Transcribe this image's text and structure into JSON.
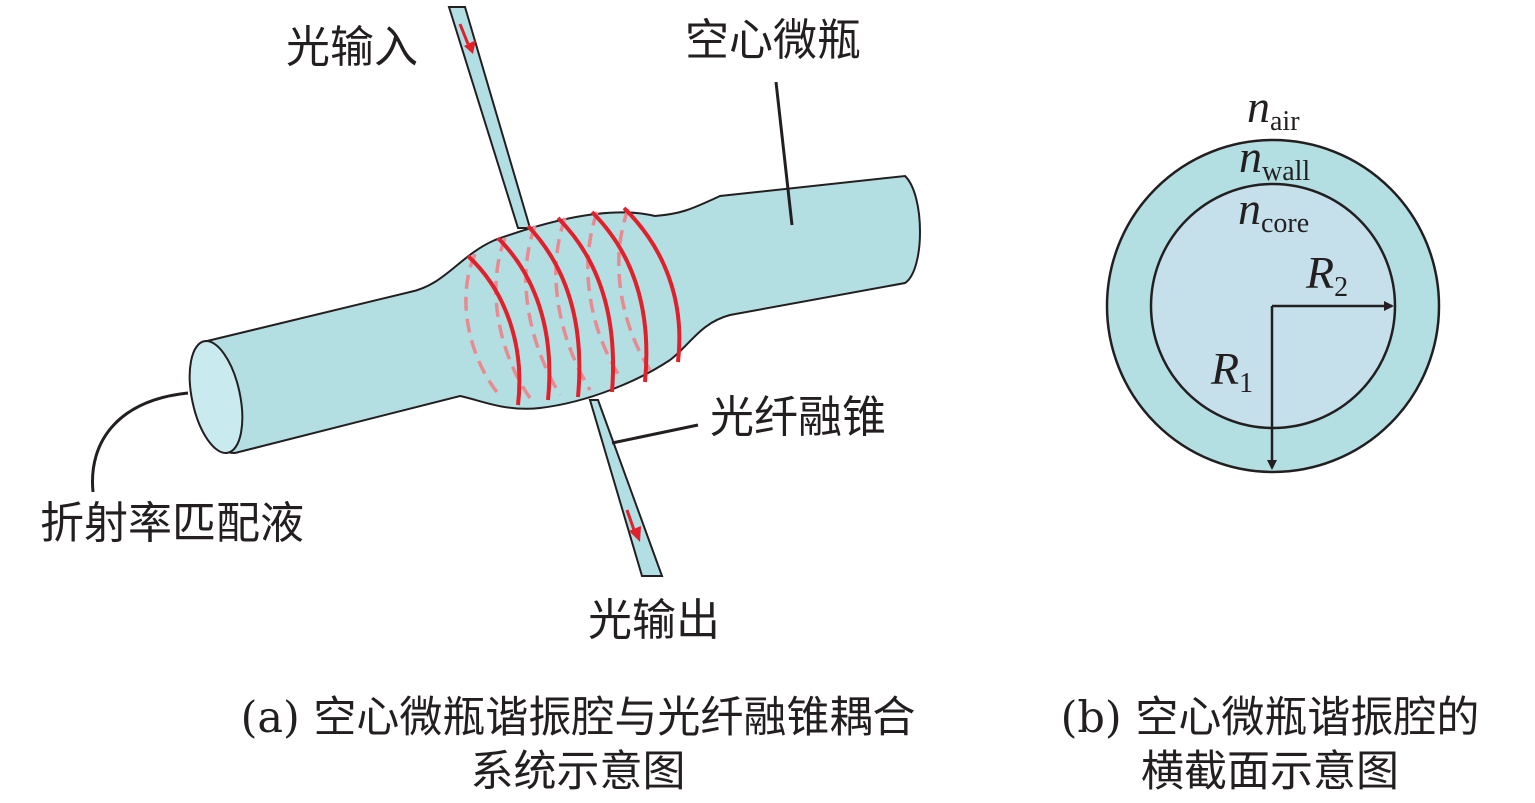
{
  "panel_a": {
    "labels": {
      "light_in": "光输入",
      "bottle": "空心微瓶",
      "taper": "光纤融锥",
      "liquid": "折射率匹配液",
      "light_out": "光输出"
    },
    "caption_line1": "(a) 空心微瓶谐振腔与光纤融锥耦合",
    "caption_line2": "系统示意图"
  },
  "panel_b": {
    "n_air": {
      "base": "n",
      "sub": "air"
    },
    "n_wall": {
      "base": "n",
      "sub": "wall"
    },
    "n_core": {
      "base": "n",
      "sub": "core"
    },
    "R2": {
      "base": "R",
      "sub": "2"
    },
    "R1": {
      "base": "R",
      "sub": "1"
    },
    "caption_line1": "(b) 空心微瓶谐振腔的",
    "caption_line2": "横截面示意图"
  },
  "colors": {
    "fiber_fill": "#b2dfe4",
    "bottle_fill": "#b3dfe3",
    "core_fill": "#c5e0ea",
    "mode_red": "#e0202a",
    "dashed_red": "#e88a90",
    "line": "#231f20"
  }
}
